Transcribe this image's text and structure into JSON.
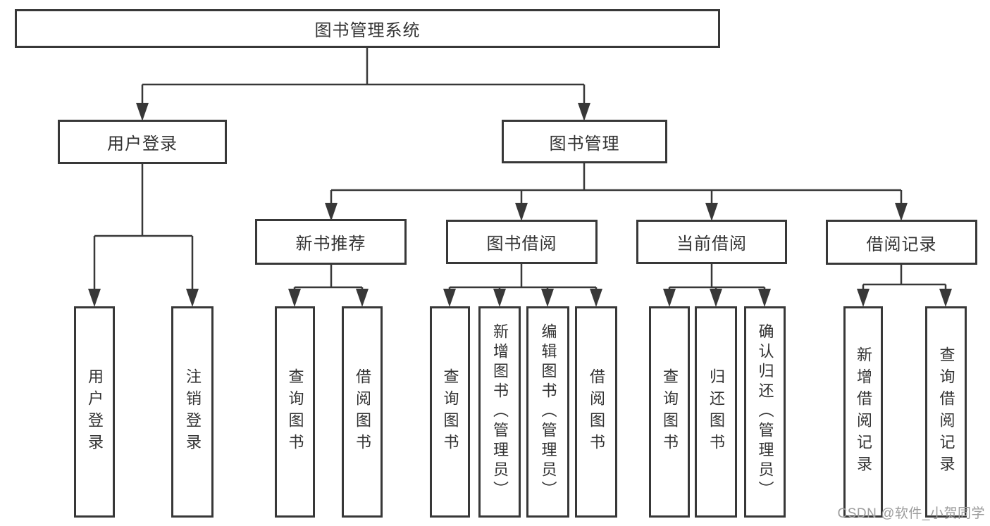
{
  "tree": {
    "label": "图书管理系统",
    "children": [
      {
        "label": "用户登录",
        "children": [
          {
            "label": "用户登录"
          },
          {
            "label": "注销登录"
          }
        ]
      },
      {
        "label": "图书管理",
        "children": [
          {
            "label": "新书推荐",
            "children": [
              {
                "label": "查询图书"
              },
              {
                "label": "借阅图书"
              }
            ]
          },
          {
            "label": "图书借阅",
            "children": [
              {
                "label": "查询图书"
              },
              {
                "label": "新增图书（管理员）"
              },
              {
                "label": "编辑图书（管理员）"
              },
              {
                "label": "借阅图书"
              }
            ]
          },
          {
            "label": "当前借阅",
            "children": [
              {
                "label": "查询图书"
              },
              {
                "label": "归还图书"
              },
              {
                "label": "确认归还（管理员）"
              }
            ]
          },
          {
            "label": "借阅记录",
            "children": [
              {
                "label": "新增借阅记录"
              },
              {
                "label": "查询借阅记录"
              }
            ]
          }
        ]
      }
    ]
  },
  "watermark": {
    "text": "CSDN @软件_小贺同学"
  },
  "colors": {
    "line": "#383838",
    "box_border": "#383838",
    "text": "#333333",
    "background": "#ffffff",
    "watermark": "#9c9c9c"
  }
}
